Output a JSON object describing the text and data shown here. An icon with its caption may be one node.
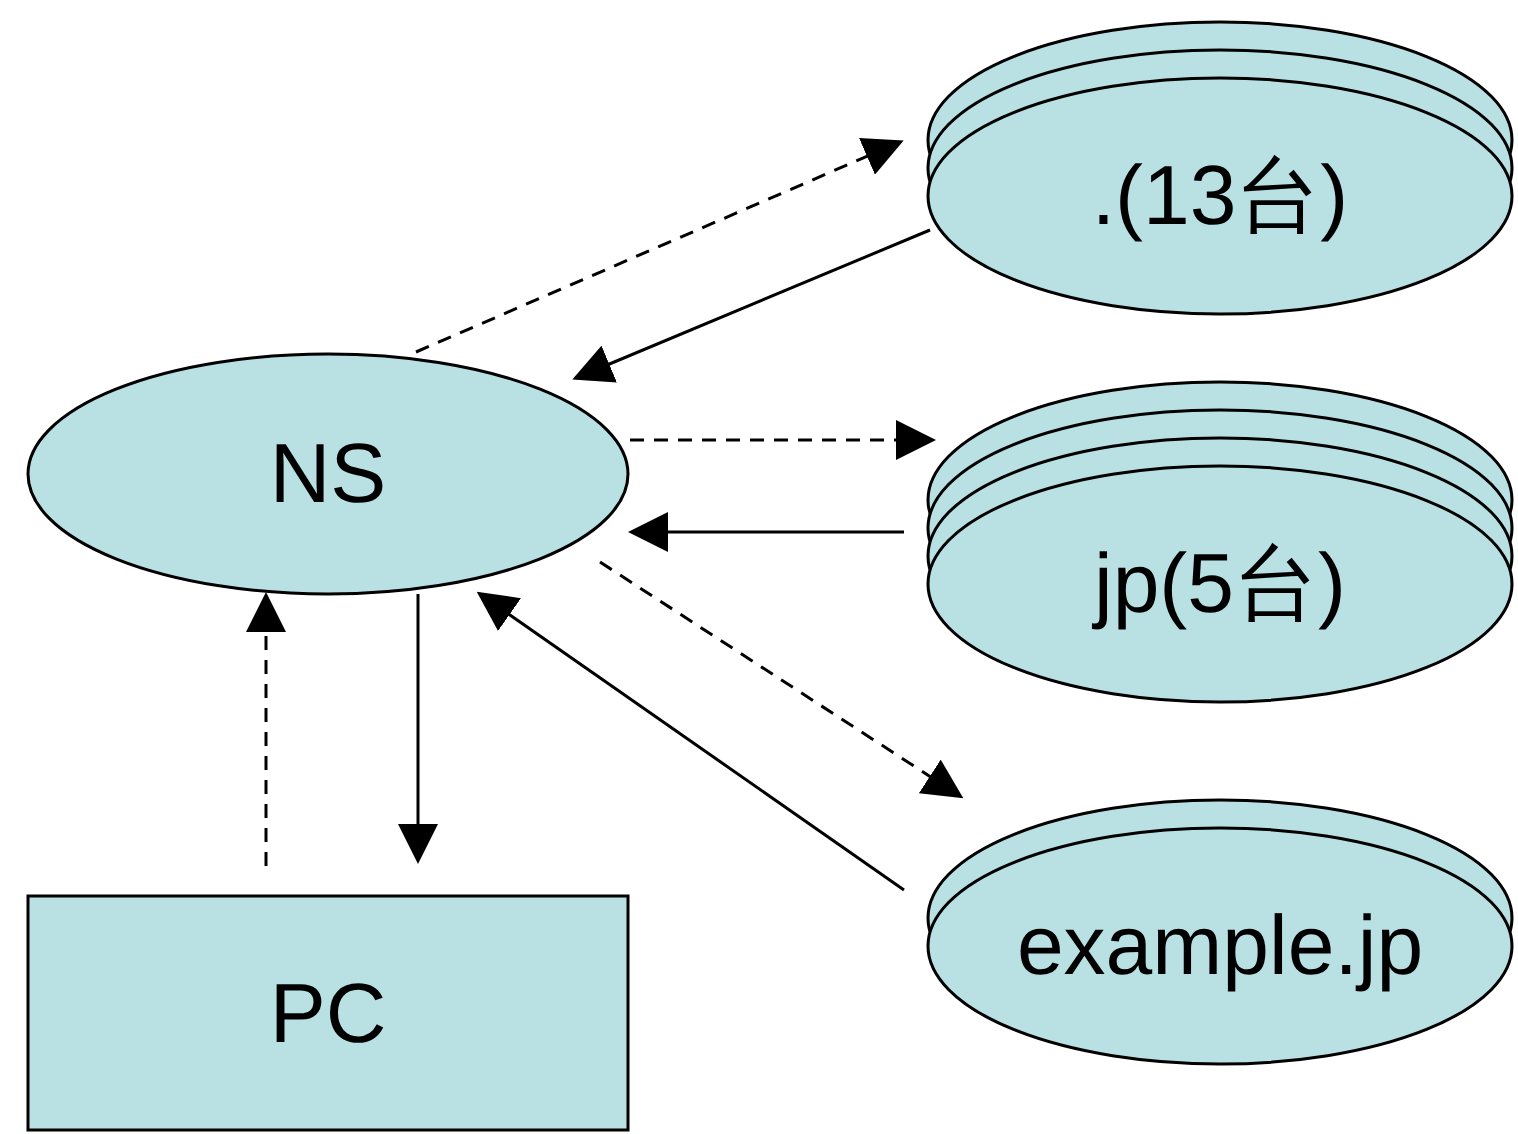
{
  "diagram": {
    "nodes": [
      {
        "text": [
          "NS"
        ]
      },
      {
        "text": [
          ".(13台)"
        ]
      },
      {
        "text": [
          "jp(5台)"
        ]
      },
      {
        "text": [
          "example.jp"
        ]
      },
      {
        "text": [
          "PC"
        ]
      }
    ],
    "edges": [
      {
        "from": 0,
        "to": 1,
        "arrow": "to",
        "style": "dashed"
      },
      {
        "from": 1,
        "to": 0,
        "arrow": "to"
      },
      {
        "from": 0,
        "to": 2,
        "arrow": "to",
        "style": "dashed"
      },
      {
        "from": 2,
        "to": 0,
        "arrow": "to"
      },
      {
        "from": 0,
        "to": 3,
        "arrow": "to",
        "style": "dashed"
      },
      {
        "from": 3,
        "to": 0,
        "arrow": "to"
      },
      {
        "from": 4,
        "to": 0,
        "arrow": "to",
        "style": "dashed"
      },
      {
        "from": 0,
        "to": 4,
        "arrow": "to"
      }
    ]
  }
}
